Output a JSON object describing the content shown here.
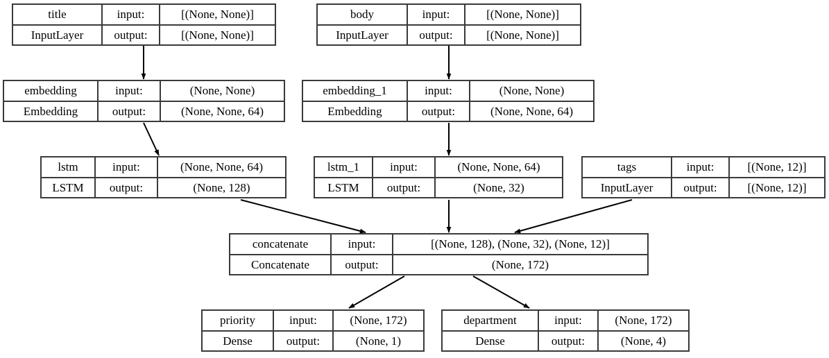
{
  "diagram": {
    "type": "keras-model-graph",
    "title": "",
    "colors": {
      "border": "#3a3a3a",
      "edge": "#000000",
      "background": "#ffffff",
      "text": "#000000"
    },
    "labels": {
      "input": "input:",
      "output": "output:"
    }
  },
  "nodes": [
    {
      "id": "title",
      "name": "title",
      "class_name": "InputLayer",
      "input_label": "input:",
      "output_label": "output:",
      "input_shape": "[(None, None)]",
      "output_shape": "[(None, None)]"
    },
    {
      "id": "body",
      "name": "body",
      "class_name": "InputLayer",
      "input_label": "input:",
      "output_label": "output:",
      "input_shape": "[(None, None)]",
      "output_shape": "[(None, None)]"
    },
    {
      "id": "embedding",
      "name": "embedding",
      "class_name": "Embedding",
      "input_label": "input:",
      "output_label": "output:",
      "input_shape": "(None, None)",
      "output_shape": "(None, None, 64)"
    },
    {
      "id": "embedding_1",
      "name": "embedding_1",
      "class_name": "Embedding",
      "input_label": "input:",
      "output_label": "output:",
      "input_shape": "(None, None)",
      "output_shape": "(None, None, 64)"
    },
    {
      "id": "lstm",
      "name": "lstm",
      "class_name": "LSTM",
      "input_label": "input:",
      "output_label": "output:",
      "input_shape": "(None, None, 64)",
      "output_shape": "(None, 128)"
    },
    {
      "id": "lstm_1",
      "name": "lstm_1",
      "class_name": "LSTM",
      "input_label": "input:",
      "output_label": "output:",
      "input_shape": "(None, None, 64)",
      "output_shape": "(None, 32)"
    },
    {
      "id": "tags",
      "name": "tags",
      "class_name": "InputLayer",
      "input_label": "input:",
      "output_label": "output:",
      "input_shape": "[(None, 12)]",
      "output_shape": "[(None, 12)]"
    },
    {
      "id": "concatenate",
      "name": "concatenate",
      "class_name": "Concatenate",
      "input_label": "input:",
      "output_label": "output:",
      "input_shape": "[(None, 128), (None, 32), (None, 12)]",
      "output_shape": "(None, 172)"
    },
    {
      "id": "priority",
      "name": "priority",
      "class_name": "Dense",
      "input_label": "input:",
      "output_label": "output:",
      "input_shape": "(None, 172)",
      "output_shape": "(None, 1)"
    },
    {
      "id": "department",
      "name": "department",
      "class_name": "Dense",
      "input_label": "input:",
      "output_label": "output:",
      "input_shape": "(None, 172)",
      "output_shape": "(None, 4)"
    }
  ],
  "edges": [
    {
      "from": "title",
      "to": "embedding"
    },
    {
      "from": "body",
      "to": "embedding_1"
    },
    {
      "from": "embedding",
      "to": "lstm"
    },
    {
      "from": "embedding_1",
      "to": "lstm_1"
    },
    {
      "from": "lstm",
      "to": "concatenate"
    },
    {
      "from": "lstm_1",
      "to": "concatenate"
    },
    {
      "from": "tags",
      "to": "concatenate"
    },
    {
      "from": "concatenate",
      "to": "priority"
    },
    {
      "from": "concatenate",
      "to": "department"
    }
  ]
}
